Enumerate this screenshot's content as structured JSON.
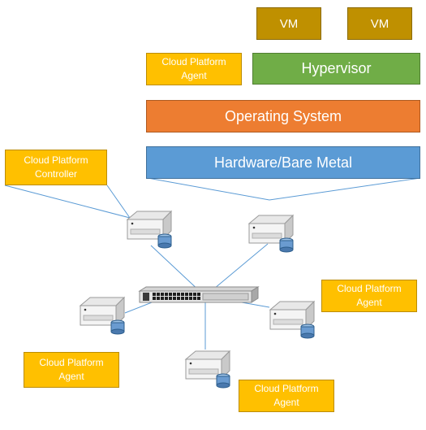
{
  "stack": {
    "vm1": "VM",
    "vm2": "VM",
    "hypervisor": "Hypervisor",
    "os": "Operating System",
    "hardware": "Hardware/Bare Metal"
  },
  "callouts": {
    "agent_top": "Cloud Platform Agent",
    "controller": "Cloud Platform Controller",
    "agent_right": "Cloud Platform Agent",
    "agent_left": "Cloud Platform Agent",
    "agent_bottom": "Cloud Platform Agent"
  },
  "colors": {
    "vm": "#bf9000",
    "hypervisor": "#70ad47",
    "os": "#ed7d31",
    "hardware": "#5b9bd5",
    "callout": "#ffc000",
    "line": "#5b9bd5"
  },
  "icons": {
    "server": "server-with-database-icon",
    "switch": "network-switch-icon"
  }
}
